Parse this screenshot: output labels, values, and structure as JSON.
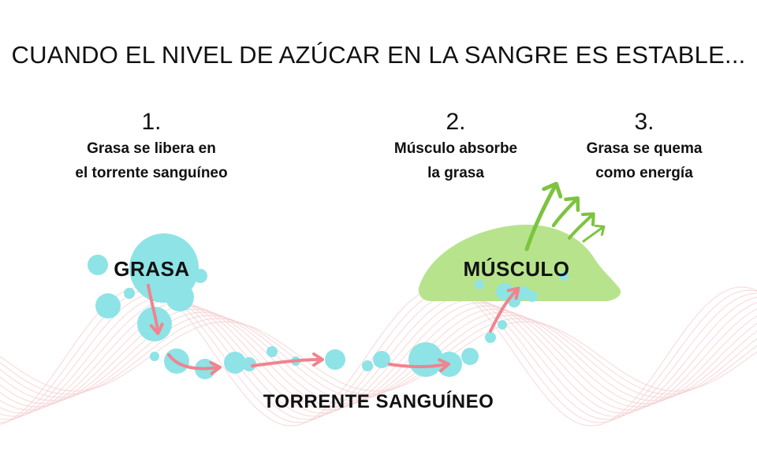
{
  "title": "CUANDO EL NIVEL DE AZÚCAR EN LA SANGRE ES ESTABLE...",
  "steps": [
    {
      "number": "1.",
      "line1": "Grasa se libera en",
      "line2": "el torrente sanguíneo"
    },
    {
      "number": "2.",
      "line1": "Músculo absorbe",
      "line2": "la grasa"
    },
    {
      "number": "3.",
      "line1": "Grasa se quema",
      "line2": "como energía"
    }
  ],
  "labels": {
    "fat": "GRASA",
    "muscle": "MÚSCULO",
    "bloodstream": "TORRENTE SANGUÍNEO"
  },
  "colors": {
    "fat_bubble": "#8ee3e6",
    "arrow": "#f0848e",
    "muscle": "#b7e38d",
    "energy_arrow": "#7cc43f",
    "wave": "#f4c9cc"
  }
}
